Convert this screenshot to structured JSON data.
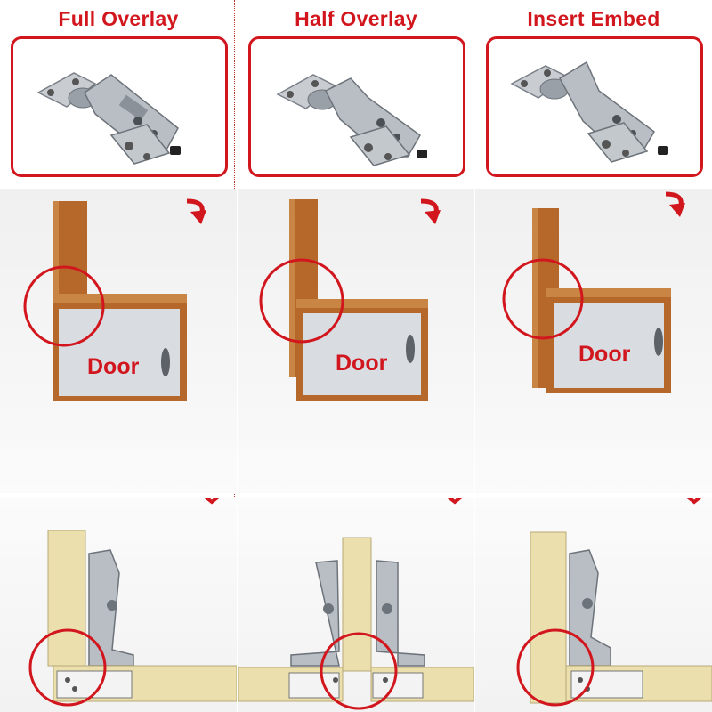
{
  "panels": [
    {
      "title": "Full Overlay",
      "door_label": "Door"
    },
    {
      "title": "Half Overlay",
      "door_label": "Door"
    },
    {
      "title": "Insert Embed",
      "door_label": "Door"
    }
  ],
  "colors": {
    "accent_red": "#d2161e",
    "wood": "#b5682a",
    "door_panel": "#d9dde2",
    "maple": "#ebdfae",
    "steel": "#b9bec4"
  },
  "icons": [
    "curved-arrow-icon",
    "double-chevron-down-icon"
  ]
}
